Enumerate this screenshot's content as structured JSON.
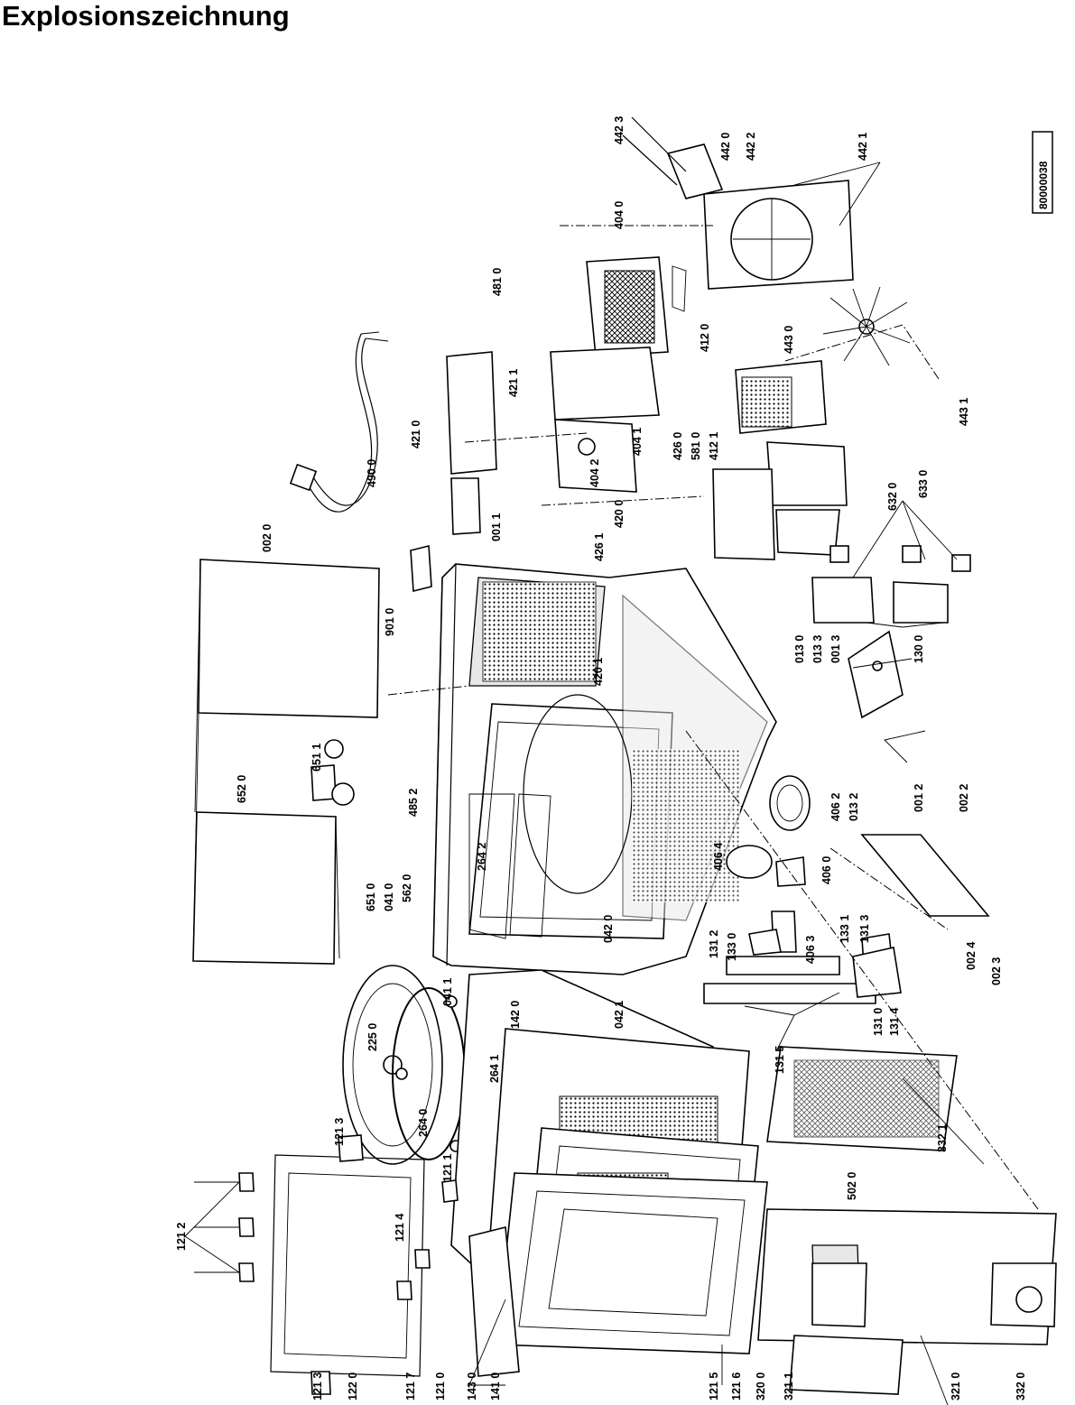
{
  "title": "Explosionszeichnung",
  "doc_number": "80000038",
  "parts": [
    {
      "id": "p4423",
      "label": "442 3"
    },
    {
      "id": "p4420",
      "label": "442 0"
    },
    {
      "id": "p4422",
      "label": "442 2"
    },
    {
      "id": "p4421",
      "label": "442 1"
    },
    {
      "id": "p4040",
      "label": "404 0"
    },
    {
      "id": "p4810",
      "label": "481 0"
    },
    {
      "id": "p4120",
      "label": "412 0"
    },
    {
      "id": "p4430",
      "label": "443 0"
    },
    {
      "id": "p4431",
      "label": "443 1"
    },
    {
      "id": "p4211",
      "label": "421 1"
    },
    {
      "id": "p4210",
      "label": "421 0"
    },
    {
      "id": "p4900",
      "label": "490 0"
    },
    {
      "id": "p4041",
      "label": "404 1"
    },
    {
      "id": "p4260",
      "label": "426 0"
    },
    {
      "id": "p5810",
      "label": "581 0"
    },
    {
      "id": "p4121",
      "label": "412 1"
    },
    {
      "id": "p4042",
      "label": "404 2"
    },
    {
      "id": "p0011",
      "label": "001 1"
    },
    {
      "id": "p0020",
      "label": "002 0"
    },
    {
      "id": "p4200",
      "label": "420 0"
    },
    {
      "id": "p4261",
      "label": "426 1"
    },
    {
      "id": "p6320",
      "label": "632 0"
    },
    {
      "id": "p6330",
      "label": "633 0"
    },
    {
      "id": "p9010",
      "label": "901 0"
    },
    {
      "id": "p4201",
      "label": "420 1"
    },
    {
      "id": "p0130",
      "label": "013 0"
    },
    {
      "id": "p0133",
      "label": "013 3"
    },
    {
      "id": "p0013",
      "label": "001 3"
    },
    {
      "id": "p1300",
      "label": "130 0"
    },
    {
      "id": "p6511",
      "label": "651 1"
    },
    {
      "id": "p6520",
      "label": "652 0"
    },
    {
      "id": "p4852",
      "label": "485 2"
    },
    {
      "id": "p4062",
      "label": "406 2"
    },
    {
      "id": "p0132",
      "label": "013 2"
    },
    {
      "id": "p0012",
      "label": "001 2"
    },
    {
      "id": "p0022",
      "label": "002 2"
    },
    {
      "id": "p6510",
      "label": "651 0"
    },
    {
      "id": "p0410",
      "label": "041 0"
    },
    {
      "id": "p5620",
      "label": "562 0"
    },
    {
      "id": "p2642",
      "label": "264 2"
    },
    {
      "id": "p4064",
      "label": "406 4"
    },
    {
      "id": "p4060",
      "label": "406 0"
    },
    {
      "id": "p0420",
      "label": "042 0"
    },
    {
      "id": "p4063",
      "label": "406 3"
    },
    {
      "id": "p1331",
      "label": "133 1"
    },
    {
      "id": "p1313",
      "label": "131 3"
    },
    {
      "id": "p0024",
      "label": "002 4"
    },
    {
      "id": "p0023",
      "label": "002 3"
    },
    {
      "id": "p1312",
      "label": "131 2"
    },
    {
      "id": "p1330",
      "label": "133 0"
    },
    {
      "id": "p0411",
      "label": "041 1"
    },
    {
      "id": "p1420",
      "label": "142 0"
    },
    {
      "id": "p0421",
      "label": "042 1"
    },
    {
      "id": "p2250",
      "label": "225 0"
    },
    {
      "id": "p2641",
      "label": "264 1"
    },
    {
      "id": "p1310",
      "label": "131 0"
    },
    {
      "id": "p1314",
      "label": "131 4"
    },
    {
      "id": "p1315",
      "label": "131 5"
    },
    {
      "id": "p2640",
      "label": "264 0"
    },
    {
      "id": "p1213a",
      "label": "121 3"
    },
    {
      "id": "p1211",
      "label": "121 1"
    },
    {
      "id": "p1212",
      "label": "121 2"
    },
    {
      "id": "p1214",
      "label": "121 4"
    },
    {
      "id": "p3321",
      "label": "332 1"
    },
    {
      "id": "p5020",
      "label": "502 0"
    },
    {
      "id": "p1213b",
      "label": "121 3"
    },
    {
      "id": "p1220",
      "label": "122 0"
    },
    {
      "id": "p1217",
      "label": "121 7"
    },
    {
      "id": "p1210",
      "label": "121 0"
    },
    {
      "id": "p1430",
      "label": "143 0"
    },
    {
      "id": "p1410",
      "label": "141 0"
    },
    {
      "id": "p1215",
      "label": "121 5"
    },
    {
      "id": "p1216",
      "label": "121 6"
    },
    {
      "id": "p3200",
      "label": "320 0"
    },
    {
      "id": "p3211",
      "label": "321 1"
    },
    {
      "id": "p3210",
      "label": "321 0"
    },
    {
      "id": "p3320",
      "label": "332 0"
    }
  ]
}
